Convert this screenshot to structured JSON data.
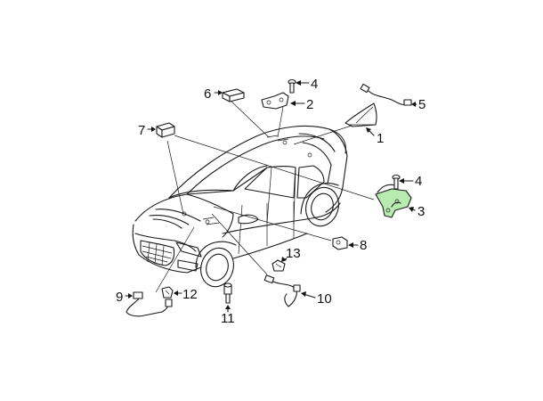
{
  "callouts": [
    {
      "id": "1",
      "label": "1"
    },
    {
      "id": "2",
      "label": "2"
    },
    {
      "id": "3",
      "label": "3",
      "highlight": true
    },
    {
      "id": "4a",
      "label": "4"
    },
    {
      "id": "4b",
      "label": "4"
    },
    {
      "id": "5",
      "label": "5"
    },
    {
      "id": "6",
      "label": "6"
    },
    {
      "id": "7",
      "label": "7"
    },
    {
      "id": "8",
      "label": "8"
    },
    {
      "id": "9",
      "label": "9"
    },
    {
      "id": "10",
      "label": "10"
    },
    {
      "id": "11",
      "label": "11"
    },
    {
      "id": "12",
      "label": "12"
    },
    {
      "id": "13",
      "label": "13"
    }
  ],
  "colors": {
    "highlight": "#b7ebb0",
    "line": "#1a1a1a",
    "background": "#ffffff"
  }
}
